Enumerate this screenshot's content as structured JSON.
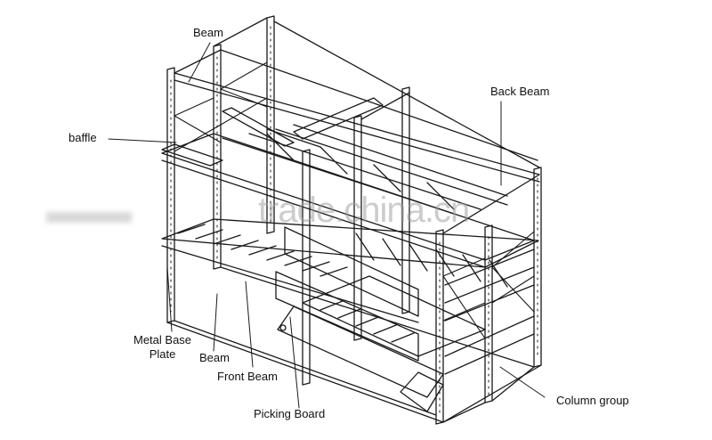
{
  "labels": {
    "beam_top": "Beam",
    "back_beam": "Back Beam",
    "baffle": "baffle",
    "metal_base_plate": "Metal Base\nPlate",
    "beam_bottom": "Beam",
    "front_beam": "Front Beam",
    "picking_board": "Picking Board",
    "column_group": "Column group"
  },
  "watermark": {
    "text": "trade.china.cn",
    "color": "#9a9a9a"
  },
  "colors": {
    "line": "#1a1a1a",
    "background": "#ffffff"
  }
}
